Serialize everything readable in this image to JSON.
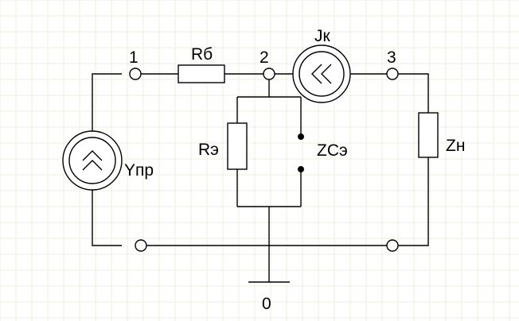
{
  "nodes": {
    "n1": "1",
    "n2": "2",
    "n3": "3",
    "n0": "0"
  },
  "components": {
    "rb": "Rб",
    "jk": "Jк",
    "re": "Rэ",
    "zce": "ZCэ",
    "zn": "Zн",
    "ypr": "Yпр"
  }
}
